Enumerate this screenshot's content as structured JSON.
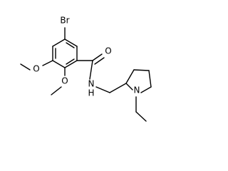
{
  "molecule": {
    "atoms": {
      "bromine": "Br",
      "methoxy_oxygen_top": "O",
      "methoxy_oxygen_bottom": "O",
      "carbonyl_oxygen": "O",
      "amide_nitrogen": "N",
      "amide_hydrogen": "H",
      "ring_nitrogen": "N"
    },
    "colors": {
      "bond": "#000000",
      "label": "#000000",
      "background": "#ffffff"
    }
  }
}
